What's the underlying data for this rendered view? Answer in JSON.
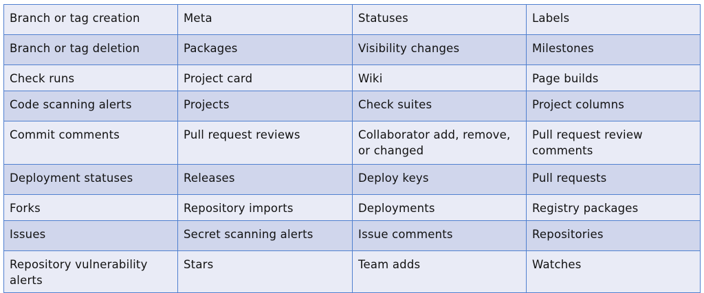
{
  "table": {
    "rows": [
      {
        "shade": "light",
        "cells": [
          "Branch or tag creation",
          "Meta",
          "Statuses",
          "Labels"
        ]
      },
      {
        "shade": "dark",
        "cells": [
          "Branch or tag deletion",
          "Packages",
          "Visibility changes",
          "Milestones"
        ]
      },
      {
        "shade": "light",
        "cells": [
          "Check runs",
          "Project card",
          "Wiki",
          "Page builds"
        ]
      },
      {
        "shade": "dark",
        "cells": [
          "Code scanning alerts",
          "Projects",
          "Check suites",
          "Project columns"
        ]
      },
      {
        "shade": "light",
        "cells": [
          "Commit comments",
          "Pull request reviews",
          "Collaborator add, remove, or changed",
          "Pull request review comments"
        ]
      },
      {
        "shade": "dark",
        "cells": [
          "Deployment statuses",
          "Releases",
          "Deploy keys",
          "Pull requests"
        ]
      },
      {
        "shade": "light",
        "cells": [
          "Forks",
          "Repository imports",
          "Deployments",
          "Registry packages"
        ]
      },
      {
        "shade": "dark",
        "cells": [
          "Issues",
          "Secret scanning alerts",
          "Issue comments",
          "Repositories"
        ]
      },
      {
        "shade": "light",
        "cells": [
          "Repository vulnerability alerts",
          "Stars",
          "Team adds",
          "Watches"
        ]
      }
    ]
  },
  "colors": {
    "border": "#4f7fcf",
    "row_light": "#e9ebf6",
    "row_dark": "#d0d6ec",
    "text": "#111111"
  }
}
